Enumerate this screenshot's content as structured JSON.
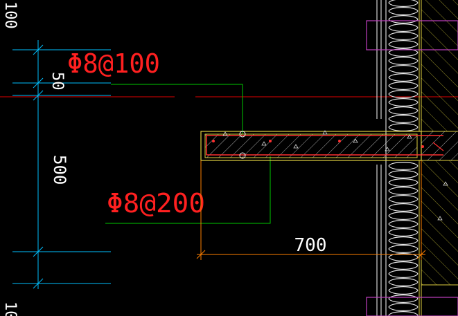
{
  "colors": {
    "background": "#000000",
    "dimension_cyan": "#00bfff",
    "leader_green": "#00c800",
    "annotation_red": "#ff2020",
    "dimension_orange": "#ff8000",
    "slab_outline_yellow": "#e0d040",
    "hatch_white": "#d8d8d8",
    "insulation_white": "#e8e8e8",
    "frame_magenta": "#c040c0",
    "axis_red": "#e00000",
    "wall_hatch_yellow": "#c8c030",
    "rebar_red": "#ff3030",
    "rebar_node_white": "#ffffff"
  },
  "labels": {
    "rebar_top": "Φ8@100",
    "rebar_bottom": "Φ8@200",
    "slab_width": "700",
    "dim_top_partial": "100",
    "dim_upper": "50",
    "dim_main": "500",
    "dim_bottom_partial": "10"
  }
}
